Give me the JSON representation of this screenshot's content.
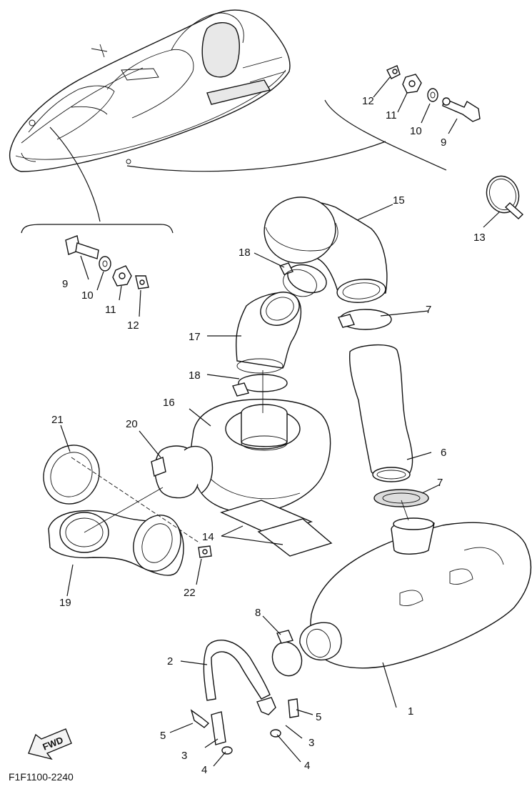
{
  "diagram": {
    "part_code": "F1F1100-2240",
    "fwd_label": "FWD",
    "callouts": [
      {
        "id": "c1",
        "text": "1"
      },
      {
        "id": "c2",
        "text": "2"
      },
      {
        "id": "c3a",
        "text": "3"
      },
      {
        "id": "c3b",
        "text": "3"
      },
      {
        "id": "c4a",
        "text": "4"
      },
      {
        "id": "c4b",
        "text": "4"
      },
      {
        "id": "c5a",
        "text": "5"
      },
      {
        "id": "c5b",
        "text": "5"
      },
      {
        "id": "c6",
        "text": "6"
      },
      {
        "id": "c7a",
        "text": "7"
      },
      {
        "id": "c7b",
        "text": "7"
      },
      {
        "id": "c8",
        "text": "8"
      },
      {
        "id": "c9a",
        "text": "9"
      },
      {
        "id": "c9b",
        "text": "9"
      },
      {
        "id": "c10a",
        "text": "10"
      },
      {
        "id": "c10b",
        "text": "10"
      },
      {
        "id": "c11a",
        "text": "11"
      },
      {
        "id": "c11b",
        "text": "11"
      },
      {
        "id": "c12a",
        "text": "12"
      },
      {
        "id": "c12b",
        "text": "12"
      },
      {
        "id": "c13",
        "text": "13"
      },
      {
        "id": "c14",
        "text": "14"
      },
      {
        "id": "c15",
        "text": "15"
      },
      {
        "id": "c16",
        "text": "16"
      },
      {
        "id": "c17",
        "text": "17"
      },
      {
        "id": "c18a",
        "text": "18"
      },
      {
        "id": "c18b",
        "text": "18"
      },
      {
        "id": "c19",
        "text": "19"
      },
      {
        "id": "c20",
        "text": "20"
      },
      {
        "id": "c21",
        "text": "21"
      },
      {
        "id": "c22",
        "text": "22"
      }
    ]
  }
}
